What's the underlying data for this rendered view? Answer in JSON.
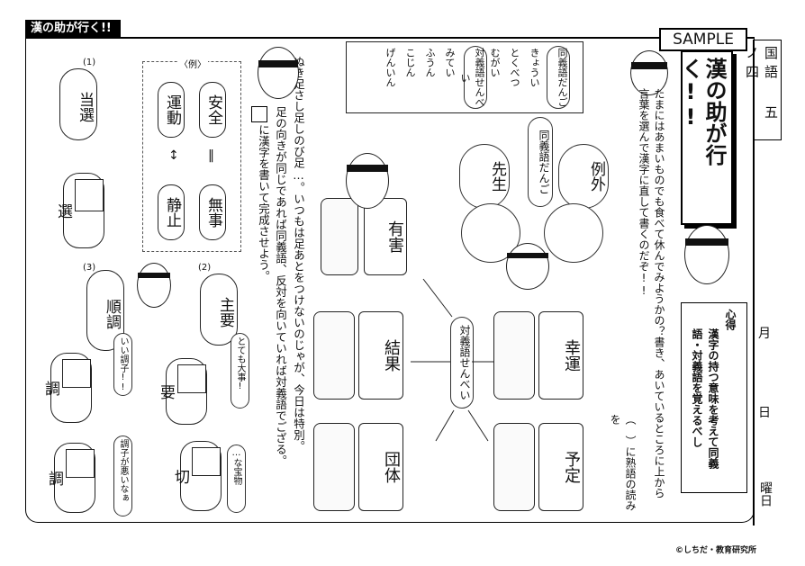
{
  "header": {
    "tab_label": "漢の助が行く!!",
    "sample_label": "SAMPLE"
  },
  "side": {
    "grade": "国語 五ノ四",
    "month": "月",
    "day": "日",
    "weekday": "曜日"
  },
  "banner": {
    "title": "漢の助が行く!!"
  },
  "instructions": {
    "main": "たまにはあまいものでも食べて休んでみようかの？書き、あいているところに上から言葉を選んで漢字に直して書くのだぞ!!",
    "sub": "（　）に熟語の読みを"
  },
  "kokoroe": {
    "label": "心得",
    "text": "漢字の持つ意味を考えて同義語・対義語を覚えるべし"
  },
  "wordbank": {
    "groups": [
      {
        "label": "同義語だんご",
        "words": [
          "きょうい",
          "とくべつ",
          "むがい"
        ]
      },
      {
        "label": "対義語せんべい",
        "words": [
          "みてい",
          "ふうん",
          "こじん",
          "げんいん"
        ]
      }
    ]
  },
  "middle_text": {
    "line1": "ぬき足さし足しのび足…。いつもは足あとをつけないのじゃが、今日は特別。",
    "line2": "足の向きが同じであれば同義語、反対を向いていれば対義語でござる。",
    "line3": "に漢字を書いて完成させよう。"
  },
  "example": {
    "label": "〈例〉",
    "left": [
      "運動",
      "静止"
    ],
    "right": [
      "安全",
      "無事"
    ]
  },
  "feet": {
    "q1": {
      "number": "(1)",
      "top": "当選",
      "bottom": "選"
    },
    "q2": {
      "number": "(2)",
      "top": "主要",
      "bottom": "要",
      "last": "切",
      "bubble1": "とても大事!",
      "bubble2": "…な宝物"
    },
    "q3": {
      "number": "(3)",
      "top": "順調",
      "bottom": "調",
      "last": "調",
      "bubble1": "いい調子!!",
      "bubble2": "調子が悪いなぁ"
    }
  },
  "dango": {
    "label": "同義語だんご",
    "balls": [
      "先生",
      "例外"
    ]
  },
  "senbei": {
    "label": "対義語せんべい",
    "cards": [
      "有害",
      "結果",
      "幸運",
      "団体",
      "予定"
    ]
  },
  "copyright": "©しちだ・教育研究所"
}
